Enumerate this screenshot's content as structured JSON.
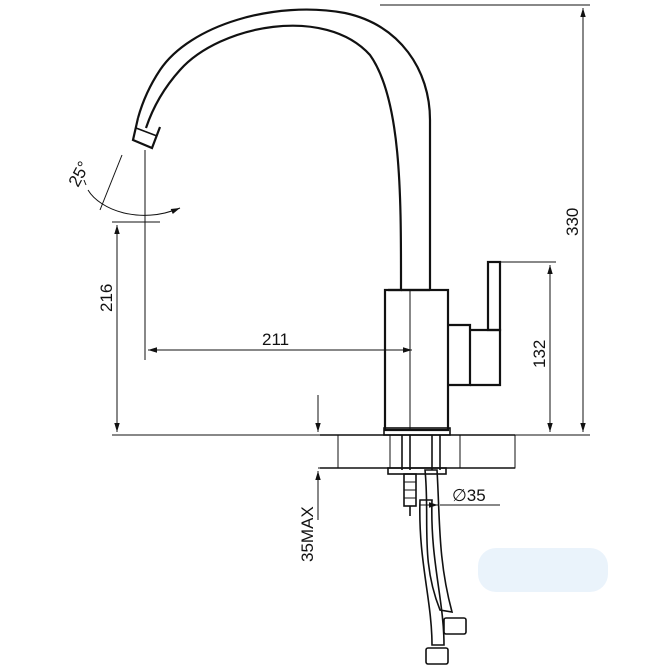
{
  "dimensions": {
    "angle_label": "25°",
    "spout_height": "216",
    "spout_reach": "211",
    "handle_height": "132",
    "total_height": "330",
    "thread_diameter": "∅35",
    "counter_thickness": "35MAX"
  },
  "colors": {
    "ink": "#111111",
    "hatch": "#333333",
    "background": "#ffffff",
    "watermark": "#eaf3fb"
  }
}
